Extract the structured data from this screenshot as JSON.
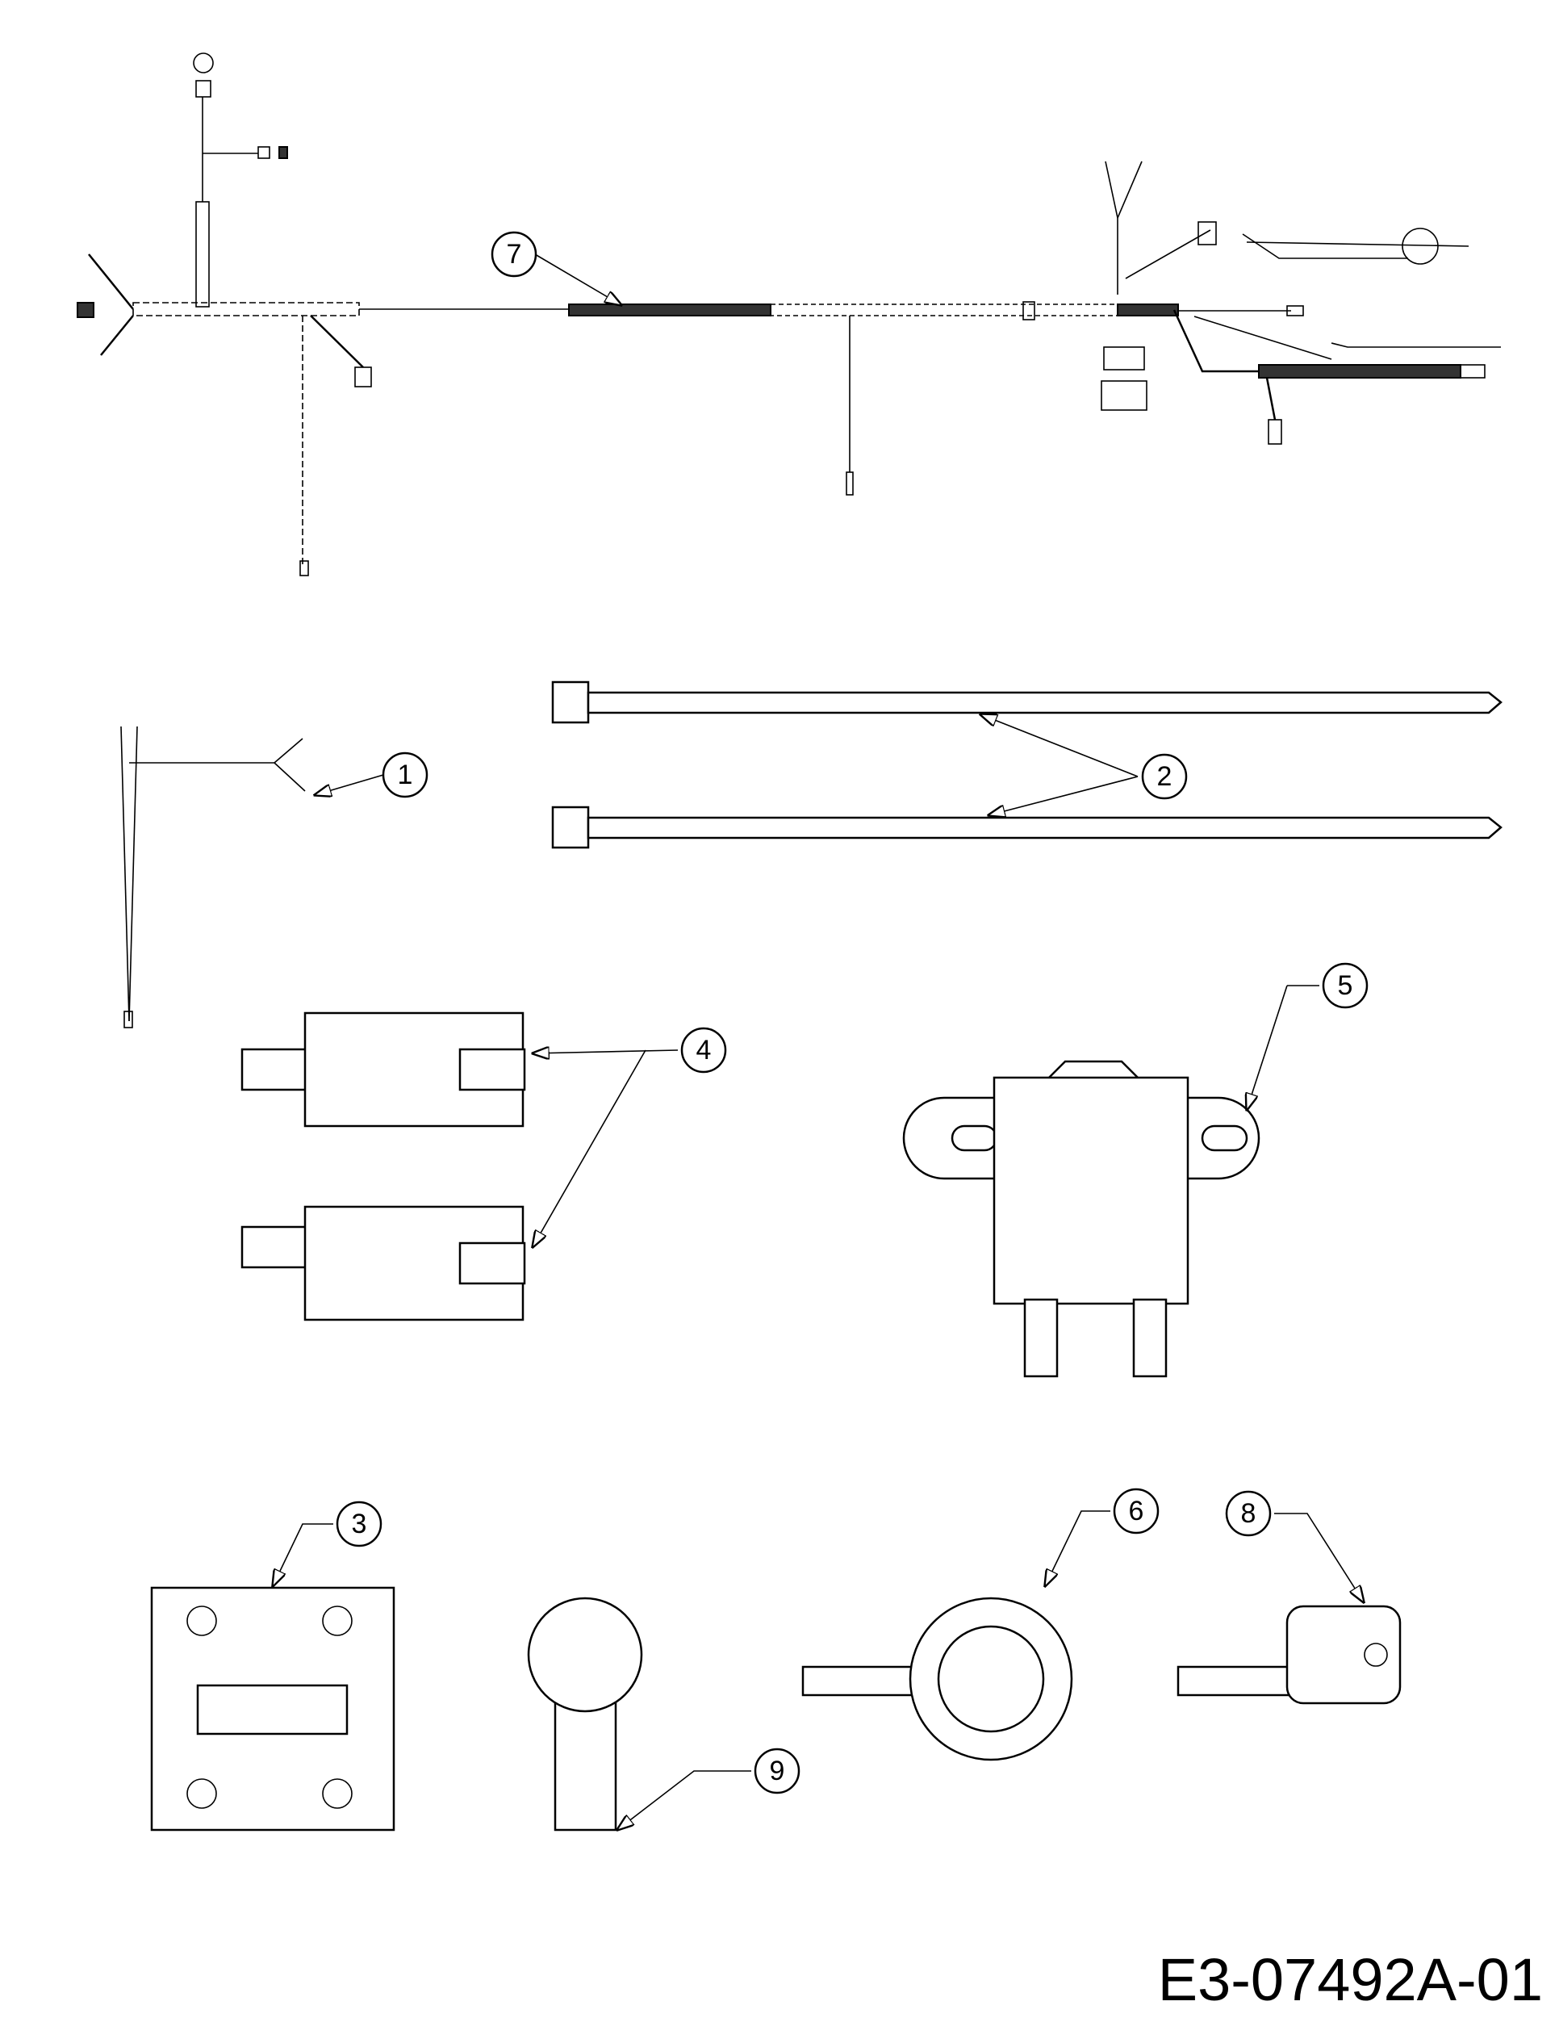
{
  "document_id": "E3-07492A-01",
  "callouts": {
    "p1": "1",
    "p2": "2",
    "p3": "3",
    "p4": "4",
    "p5": "5",
    "p6": "6",
    "p7": "7",
    "p8": "8",
    "p9": "9"
  },
  "colors": {
    "line": "#000000",
    "background": "#ffffff",
    "harness_dark": "#333333"
  }
}
